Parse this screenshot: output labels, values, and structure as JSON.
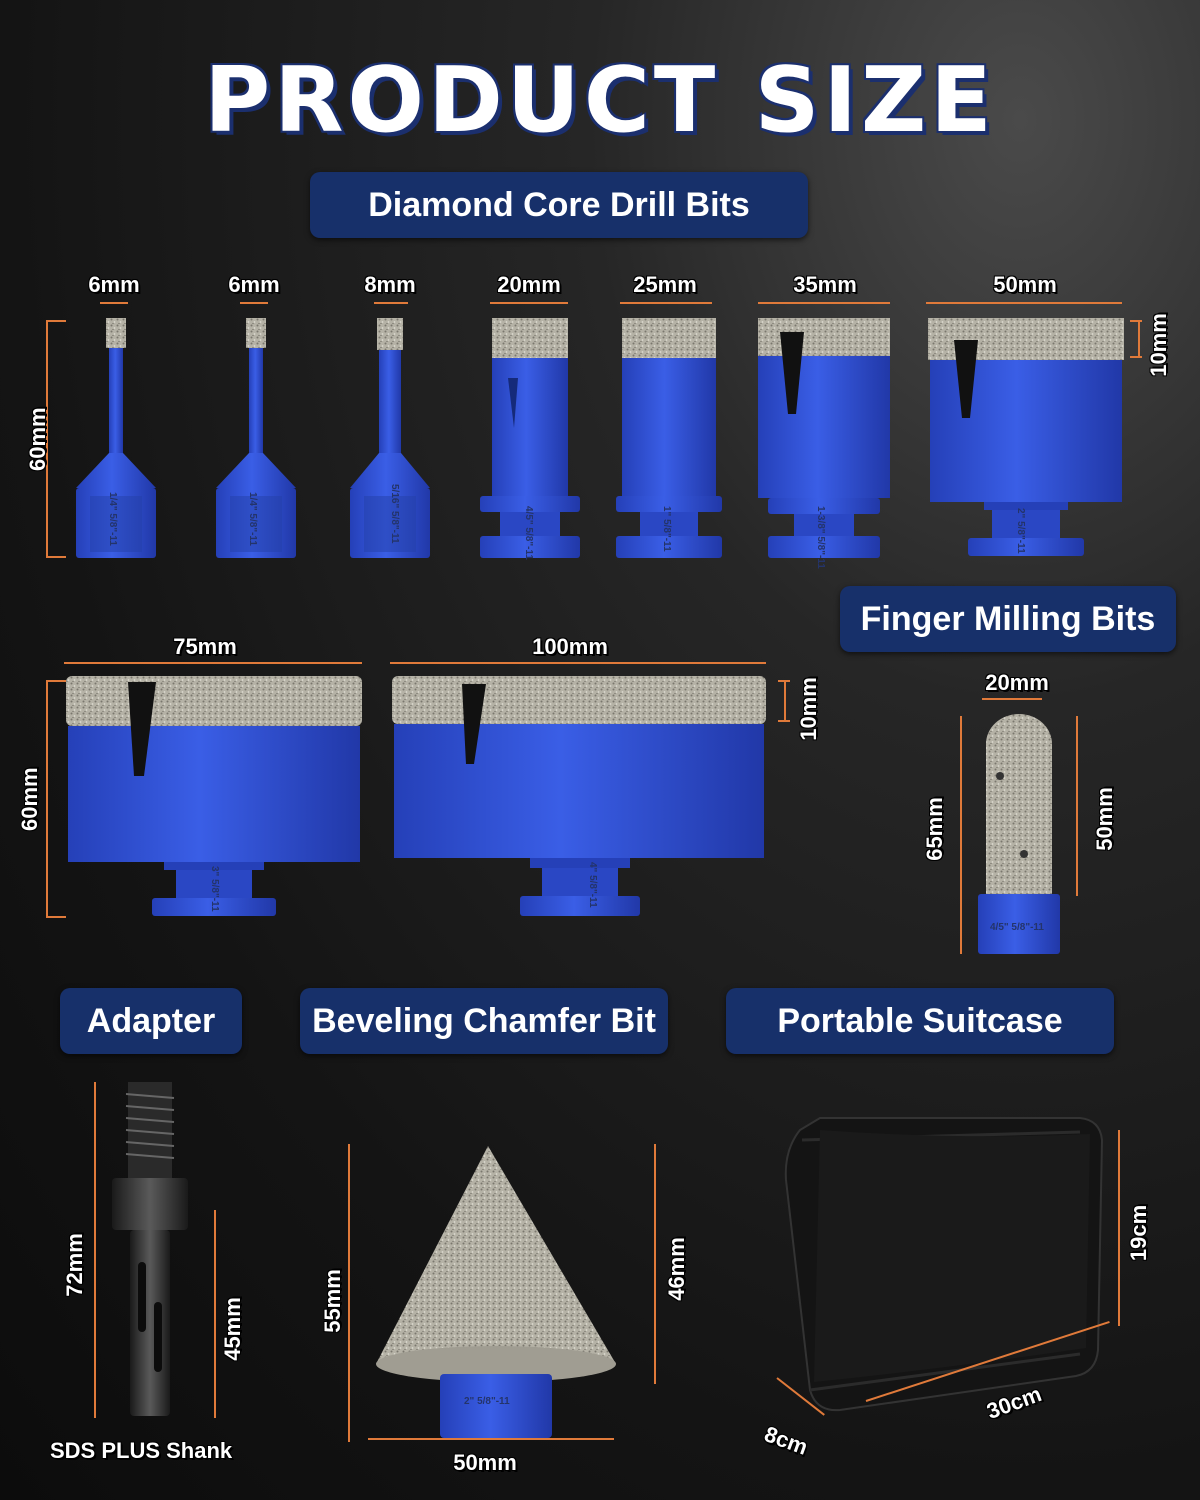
{
  "title": "PRODUCT SIZE",
  "sections": {
    "core": "Diamond Core Drill Bits",
    "finger": "Finger Milling Bits",
    "adapter": "Adapter",
    "chamfer": "Beveling Chamfer Bit",
    "suitcase": "Portable Suitcase"
  },
  "core_bits_row1": [
    {
      "diameter": "6mm",
      "label": "1/4\" 5/8\"-11"
    },
    {
      "diameter": "6mm",
      "label": "1/4\" 5/8\"-11"
    },
    {
      "diameter": "8mm",
      "label": "5/16\" 5/8\"-11"
    },
    {
      "diameter": "20mm",
      "label": "4/5\" 5/8\"-11"
    },
    {
      "diameter": "25mm",
      "label": "1\" 5/8\"-11"
    },
    {
      "diameter": "35mm",
      "label": "1-3/8\" 5/8\"-11"
    },
    {
      "diameter": "50mm",
      "label": "2\" 5/8\"-11"
    }
  ],
  "row1_height": "60mm",
  "row1_segment": "10mm",
  "core_bits_row2": [
    {
      "diameter": "75mm",
      "label": "3\" 5/8\"-11"
    },
    {
      "diameter": "100mm",
      "label": "4\" 5/8\"-11"
    }
  ],
  "row2_height": "60mm",
  "row2_segment": "10mm",
  "finger_bit": {
    "diameter": "20mm",
    "total": "65mm",
    "working": "50mm",
    "label": "4/5\" 5/8\"-11"
  },
  "adapter": {
    "total": "72mm",
    "shank": "45mm",
    "caption": "SDS PLUS Shank"
  },
  "chamfer": {
    "height": "55mm",
    "cone": "46mm",
    "diameter": "50mm",
    "label": "2\" 5/8\"-11"
  },
  "suitcase": {
    "height": "19cm",
    "depth": "8cm",
    "width": "30cm"
  },
  "colors": {
    "accent": "#e07a3a",
    "pill": "#17306a",
    "bit_blue": "#2f4fd1",
    "diamond": "#b5b2a6"
  }
}
